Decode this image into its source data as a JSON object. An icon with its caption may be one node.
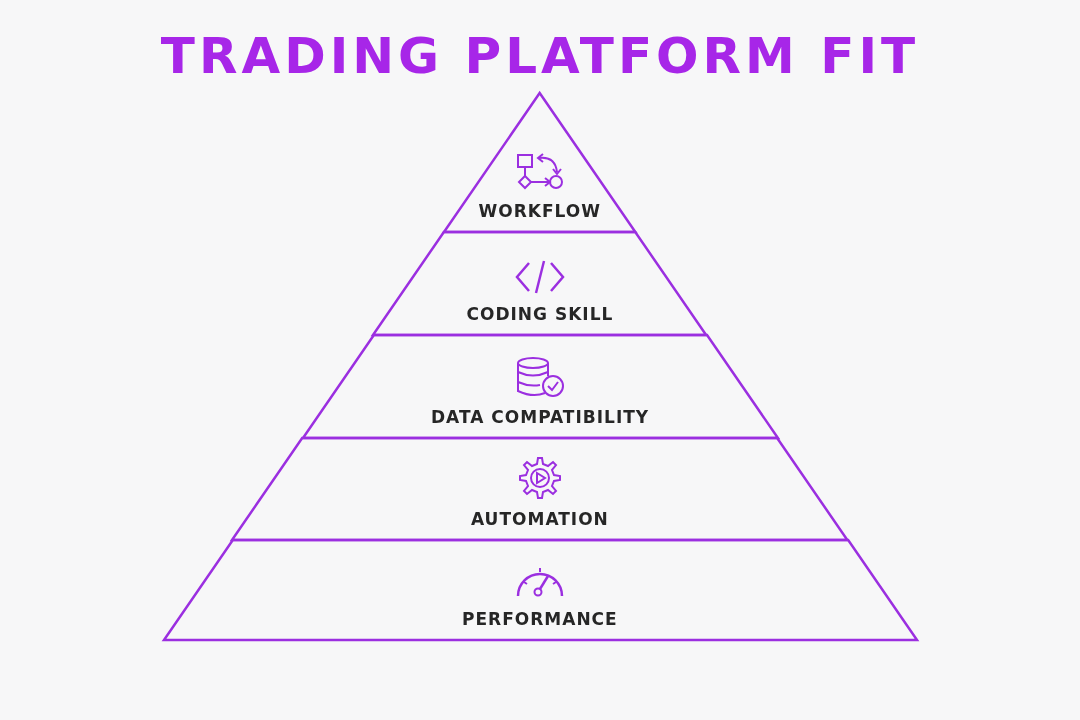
{
  "diagram": {
    "title": "TRADING PLATFORM FIT",
    "nodes": [
      {
        "text": [
          "WORKFLOW"
        ]
      },
      {
        "text": [
          "CODING SKILL"
        ]
      },
      {
        "text": [
          "DATA COMPATIBILITY"
        ]
      },
      {
        "text": [
          "AUTOMATION"
        ]
      },
      {
        "text": [
          "PERFORMANCE"
        ]
      }
    ]
  }
}
